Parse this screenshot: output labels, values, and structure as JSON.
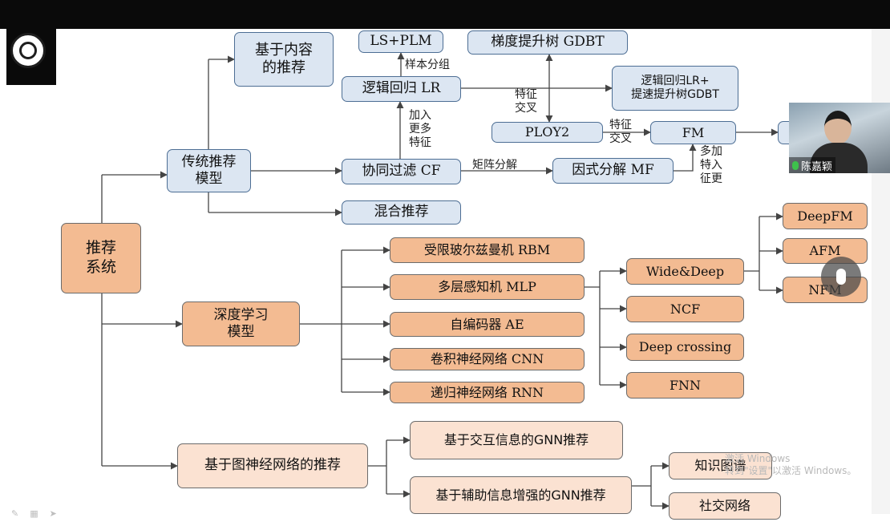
{
  "nodes": {
    "root": "推荐\n系统",
    "traditional": "传统推荐\n模型",
    "content_based": "基于内容\n的推荐",
    "ls_plm": "LS+PLM",
    "gbdt": "梯度提升树 GDBT",
    "lr": "逻辑回归 LR",
    "lr_gbdt": "逻辑回归LR+\n提速提升树GDBT",
    "ploy2": "PLOY2",
    "fm": "FM",
    "cf": "协同过滤 CF",
    "mf": "因式分解 MF",
    "hybrid": "混合推荐",
    "deep": "深度学习\n模型",
    "rbm": "受限玻尔兹曼机 RBM",
    "mlp": "多层感知机 MLP",
    "ae": "自编码器 AE",
    "cnn": "卷积神经网络 CNN",
    "rnn": "递归神经网络 RNN",
    "wide_deep": "Wide&Deep",
    "ncf": "NCF",
    "deep_crossing": "Deep crossing",
    "fnn": "FNN",
    "deepfm": "DeepFM",
    "afm": "AFM",
    "nfm": "NFM",
    "gnn": "基于图神经网络的推荐",
    "gnn_interaction": "基于交互信息的GNN推荐",
    "gnn_aux": "基于辅助信息增强的GNN推荐",
    "kg": "知识图谱",
    "social": "社交网络"
  },
  "edge_labels": {
    "sample_group": "样本分组",
    "more_features": "加入\n更多\n特征",
    "feature_cross_1": "特征\n交叉",
    "feature_cross_2": "特征\n交叉",
    "matrix_factorization": "矩阵分解",
    "more_features_2": "多加\n特入\n征更"
  },
  "video": {
    "participant_name": "陈嘉颖"
  },
  "watermark": "激活 Windows\n转到\"设置\"以激活 Windows。",
  "icons": [
    "university-logo-icon",
    "mic-icon",
    "mic-overlay-icon"
  ],
  "colors": {
    "traditional_fill": "#dce6f2",
    "deep_fill": "#f3bb92",
    "gnn_fill": "#fbe2d2",
    "edge": "#444444"
  }
}
